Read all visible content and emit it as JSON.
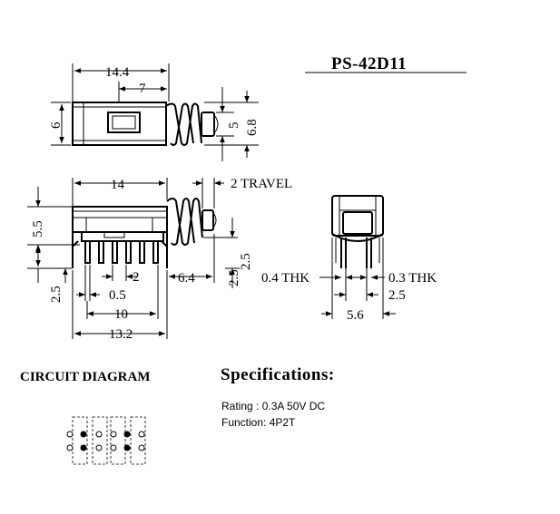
{
  "part_number": "PS-42D11",
  "top_view": {
    "dim_length": "14.4",
    "dim_inner": "7",
    "dim_height_left": "6",
    "dim_height_right": "5",
    "dim_height_outer": "6.8"
  },
  "side_view": {
    "dim_length": "14",
    "travel_label": "2 TRAVEL",
    "dim_height": "5.5",
    "dim_pin_length": "2.5",
    "dim_pin_pitch": "2",
    "dim_pin_width": "0.5",
    "dim_offset": "6.4",
    "dim_span": "10",
    "dim_total": "13.2",
    "dim_right": "2.5"
  },
  "end_view": {
    "thk_left": "0.4 THK",
    "thk_right": "0.3 THK",
    "dim_pitch": "2.5",
    "dim_width": "5.6"
  },
  "circuit": {
    "heading": "CIRCUIT DIAGRAM"
  },
  "specs": {
    "heading": "Specifications:",
    "rating": "Rating : 0.3A 50V DC",
    "function": "Function: 4P2T"
  }
}
